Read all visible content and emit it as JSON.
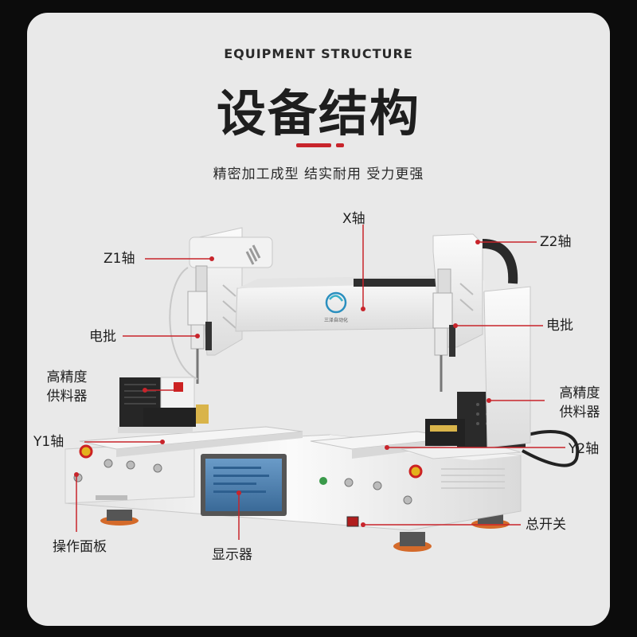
{
  "header": {
    "subtitle_en": "EQUIPMENT STRUCTURE",
    "title_cn": "设备结构",
    "slogan": "精密加工成型 结实耐用 受力更强"
  },
  "logo_text": "三泽自动化",
  "callouts": {
    "x_axis": "X轴",
    "z1_axis": "Z1轴",
    "z2_axis": "Z2轴",
    "screwdriver_left": "电批",
    "screwdriver_right": "电批",
    "feeder_left": "高精度\n供料器",
    "feeder_right": "高精度\n供料器",
    "y1_axis": "Y1轴",
    "y2_axis": "Y2轴",
    "main_switch": "总开关",
    "control_panel": "操作面板",
    "display": "显示器"
  },
  "colors": {
    "background": "#0c0c0c",
    "card": "#e9e9e9",
    "accent_red": "#c8242b",
    "machine_white": "#f7f7f7",
    "screen_blue": "#4a7fb0"
  }
}
